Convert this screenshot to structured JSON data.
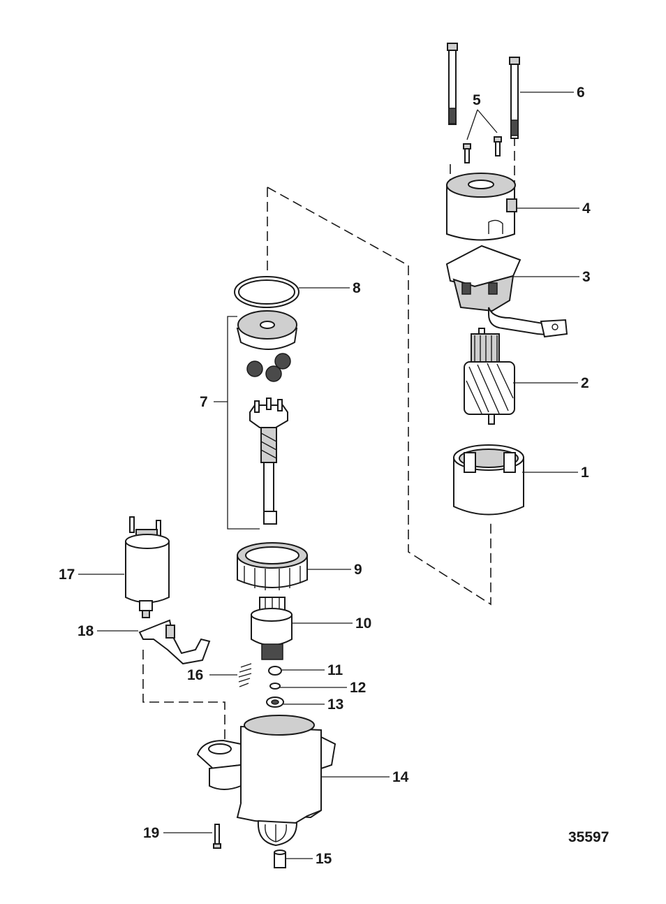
{
  "callouts": [
    "1",
    "2",
    "3",
    "4",
    "5",
    "6",
    "7",
    "8",
    "9",
    "10",
    "11",
    "12",
    "13",
    "14",
    "15",
    "16",
    "17",
    "18",
    "19"
  ],
  "drawing_number": "35597"
}
